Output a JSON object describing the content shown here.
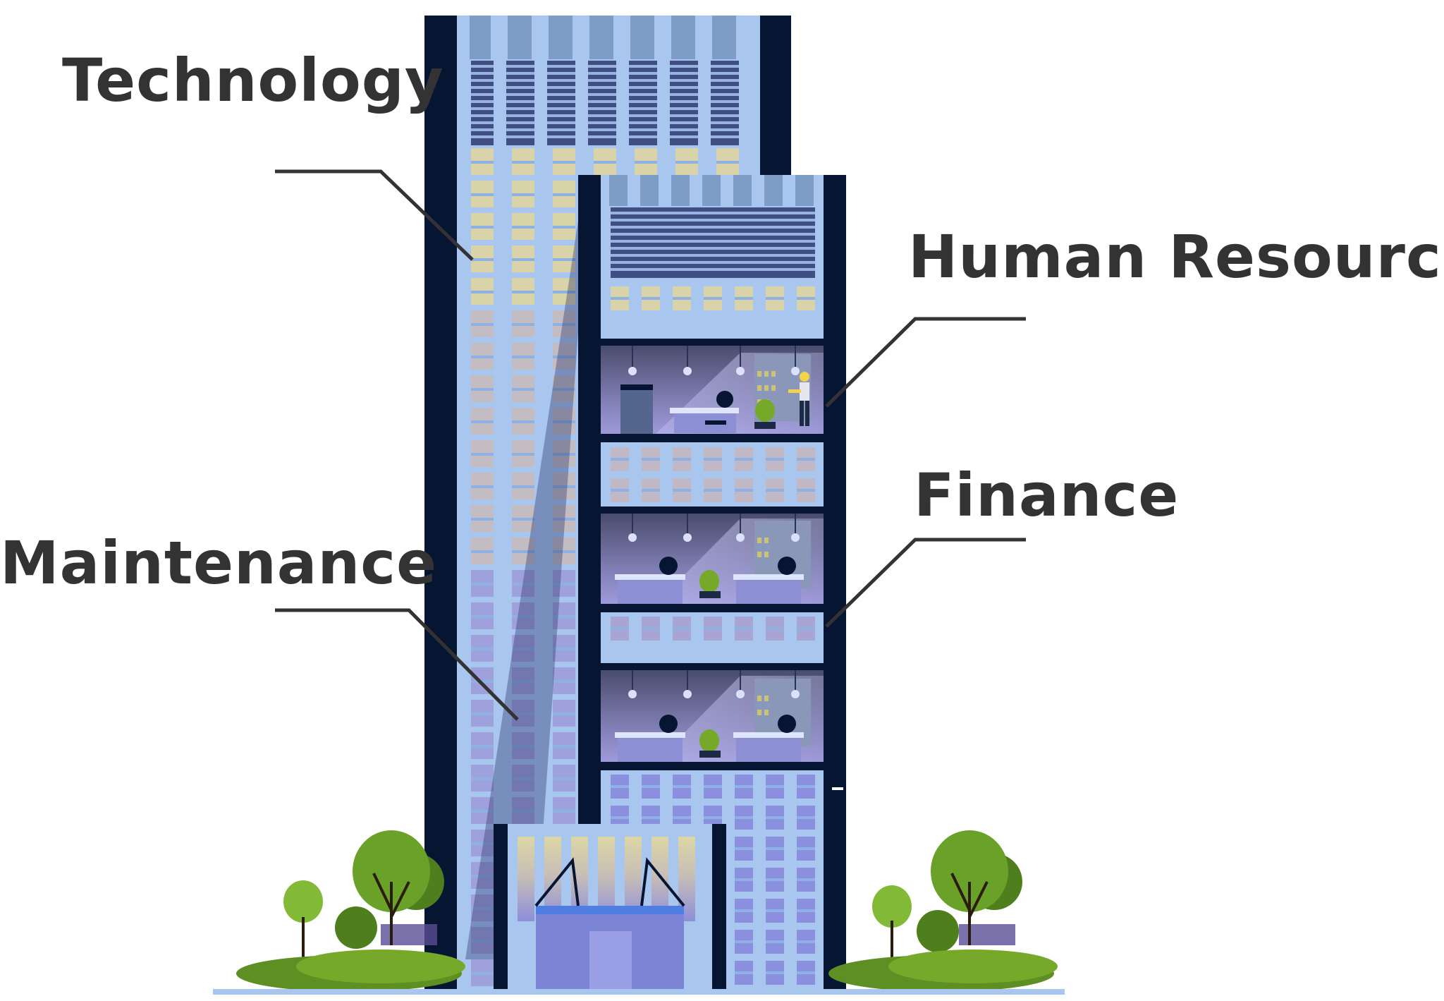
{
  "labels": {
    "technology": "Technology",
    "human_resource": "Human Resource",
    "finance": "Finance",
    "maintenance": "Maintenance"
  },
  "colors": {
    "label_text": "#333333",
    "leader_line": "#333333",
    "building_frame": "#061531",
    "facade_blue": "#a9c6ef",
    "window_cream": "#d8d3a8",
    "window_lavender": "#a5a5cf",
    "office_interior": "#8a88c8",
    "tree_green": "#76a92a",
    "tree_dark": "#4f7f1d",
    "ground": "#5e8f22"
  },
  "icons": [
    "building-illustration",
    "tree-icon",
    "office-worker-icon",
    "desk-icon",
    "plant-icon"
  ]
}
